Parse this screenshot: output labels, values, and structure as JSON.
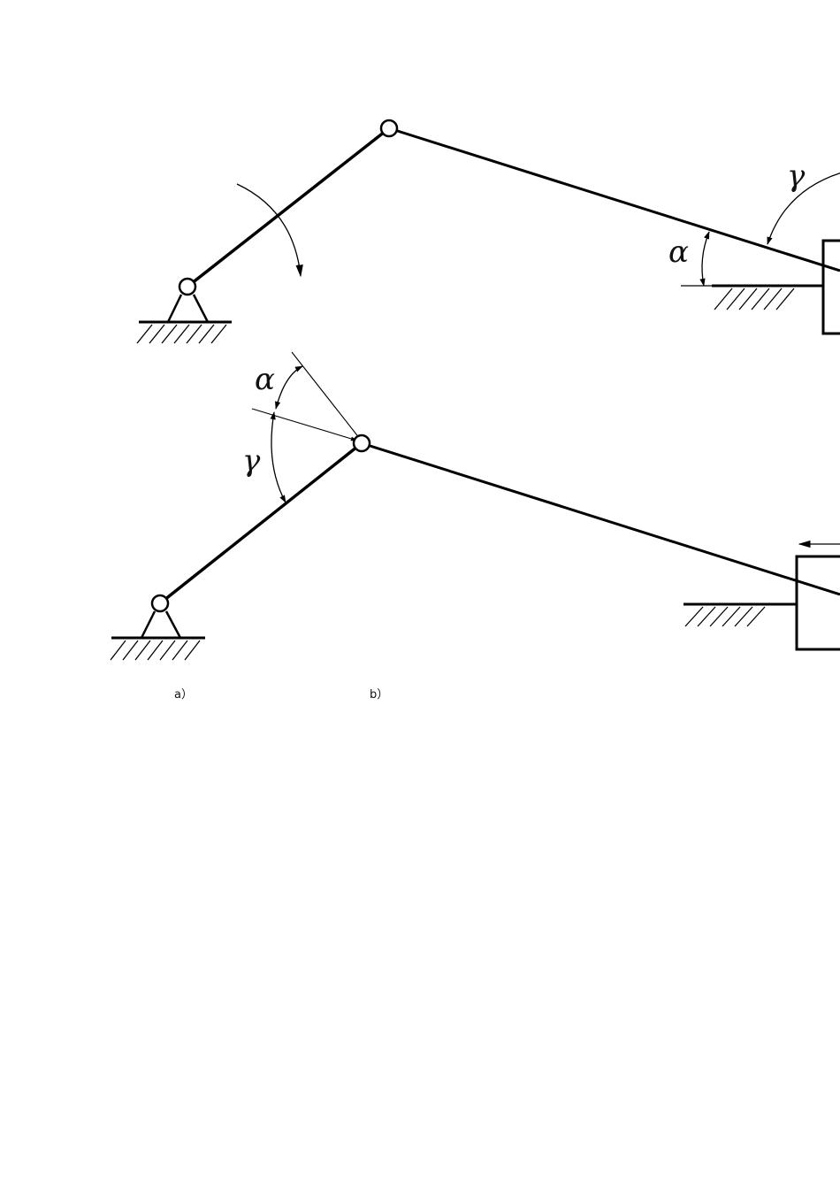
{
  "figure": {
    "stroke_color": "#000000",
    "background_color": "#ffffff",
    "symbols": {
      "pressure_angle": "α",
      "transmission_angle": "γ"
    },
    "captions": {
      "a": "a）",
      "b": "b）"
    }
  }
}
